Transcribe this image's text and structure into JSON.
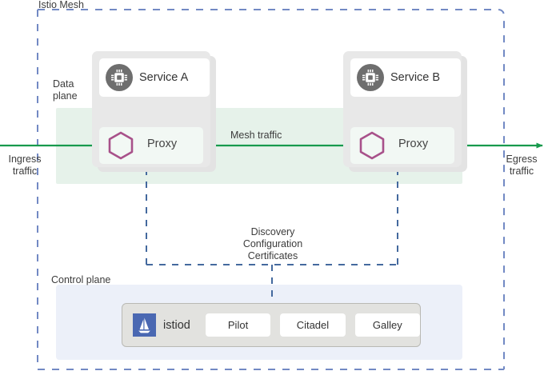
{
  "diagram": {
    "title": "Istio Mesh",
    "data_plane_label": "Data\nplane",
    "control_plane_label": "Control plane",
    "ingress_label": "Ingress\ntraffic",
    "egress_label": "Egress\ntraffic",
    "mesh_traffic_label": "Mesh traffic",
    "discovery_label": "Discovery\nConfiguration\nCertificates"
  },
  "pods": [
    {
      "id": "pod-a",
      "service_label": "Service A",
      "service_icon": "chip-icon",
      "proxy_label": "Proxy",
      "proxy_icon": "hexagon-icon"
    },
    {
      "id": "pod-b",
      "service_label": "Service B",
      "service_icon": "chip-icon",
      "proxy_label": "Proxy",
      "proxy_icon": "hexagon-icon"
    }
  ],
  "control_plane": {
    "istiod_label": "istiod",
    "istiod_icon": "istio-sail-icon",
    "components": [
      {
        "label": "Pilot"
      },
      {
        "label": "Citadel"
      },
      {
        "label": "Galley"
      }
    ]
  },
  "colors": {
    "mesh_border": "#7289c4",
    "traffic_green": "#179a4d",
    "mesh_band": "#e6f2ea",
    "pod_gray": "#e8e8e8",
    "proxy_hex": "#a8518a",
    "service_chip": "#6e6e6e",
    "control_panel": "#ecf0f9",
    "istiod_blue": "#4a68b2",
    "text": "#333333"
  }
}
